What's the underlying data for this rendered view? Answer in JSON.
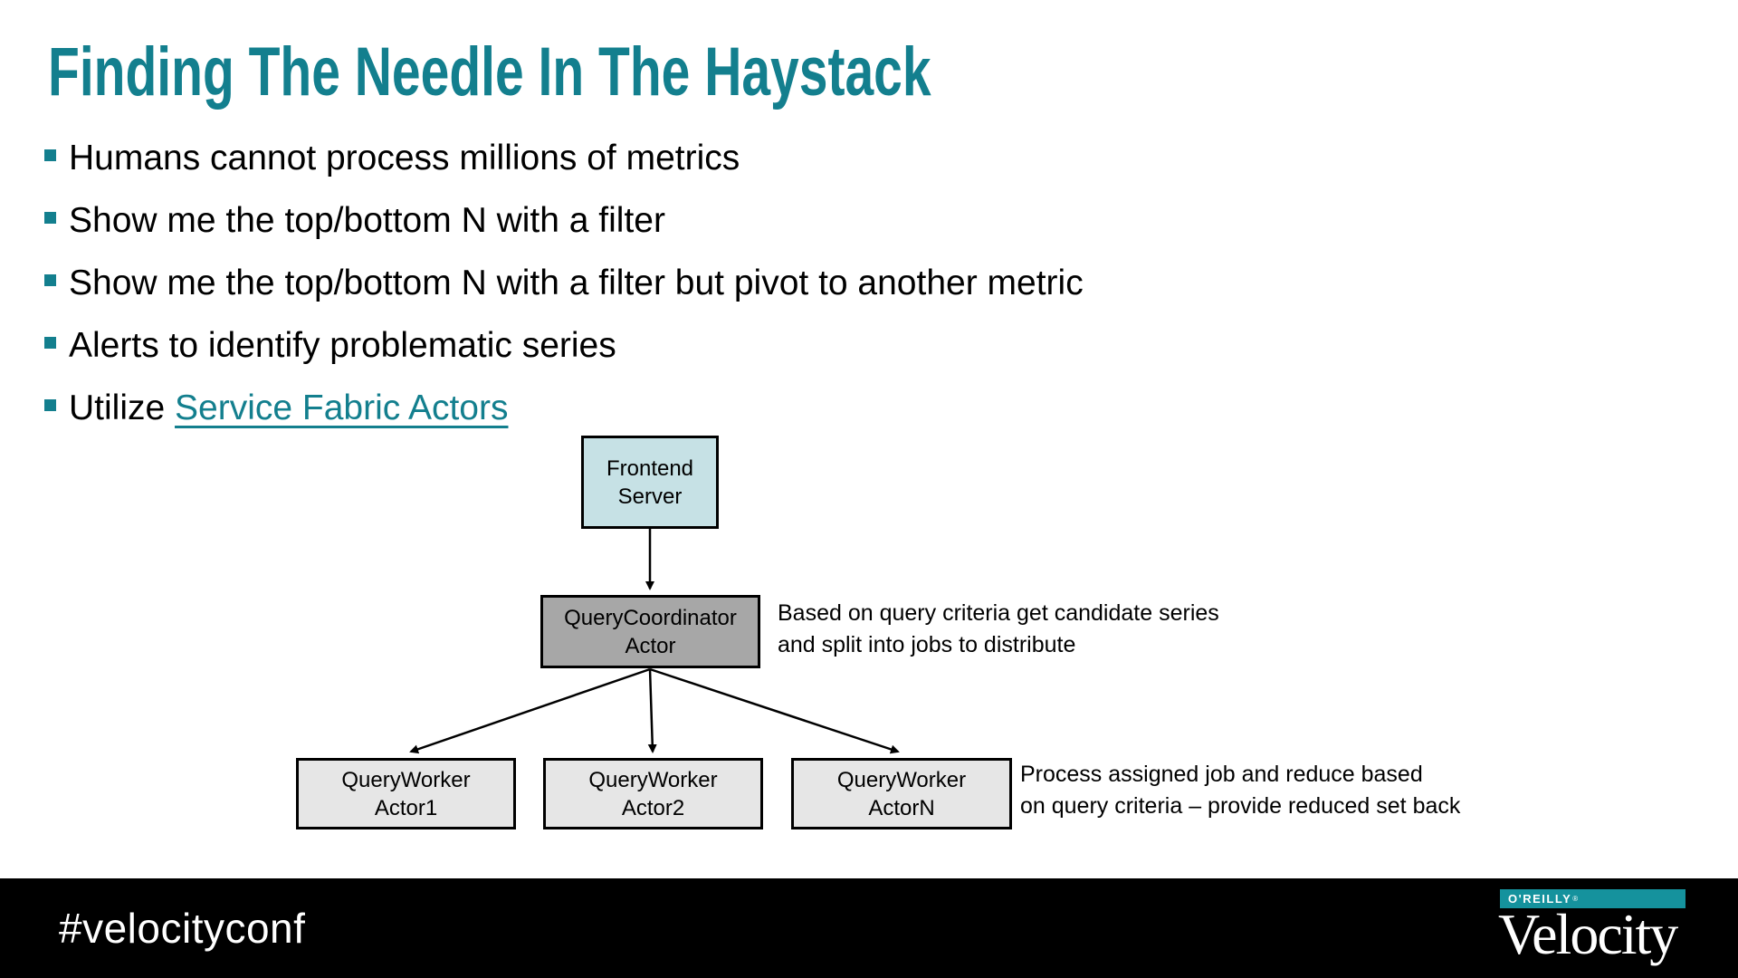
{
  "colors": {
    "accent_teal": "#137F8E",
    "link_teal": "#137F8E",
    "frontend_fill": "#C6E1E5",
    "coordinator_fill": "#A7A7A7",
    "worker_fill": "#E6E6E6",
    "box_border": "#000000",
    "footer_bg": "#000000",
    "oreilly_bar": "#15929D",
    "footer_text": "#FFFFFF"
  },
  "slide": {
    "title": "Finding The Needle In The Haystack",
    "bullets": [
      {
        "text": "Humans cannot process millions of metrics"
      },
      {
        "text": "Show me the top/bottom N with a filter"
      },
      {
        "text": "Show me the top/bottom N with a filter but pivot to another metric"
      },
      {
        "text": "Alerts to identify problematic series"
      },
      {
        "prefix": "Utilize ",
        "link_text": "Service Fabric Actors"
      }
    ]
  },
  "diagram": {
    "frontend": {
      "line1": "Frontend",
      "line2": "Server"
    },
    "coordinator": {
      "line1": "QueryCoordinator",
      "line2": "Actor"
    },
    "workers": [
      {
        "line1": "QueryWorker",
        "line2": "Actor1"
      },
      {
        "line1": "QueryWorker",
        "line2": "Actor2"
      },
      {
        "line1": "QueryWorker",
        "line2": "ActorN"
      }
    ],
    "annotation_coordinator": {
      "line1": "Based on query criteria get candidate series",
      "line2": "and split into jobs to distribute"
    },
    "annotation_workers": {
      "line1": "Process assigned job and reduce based",
      "line2": "on query criteria – provide reduced set back"
    }
  },
  "footer": {
    "hashtag": "#velocityconf",
    "logo": {
      "brand": "O'REILLY",
      "registered": "®",
      "product": "Velocity"
    }
  }
}
